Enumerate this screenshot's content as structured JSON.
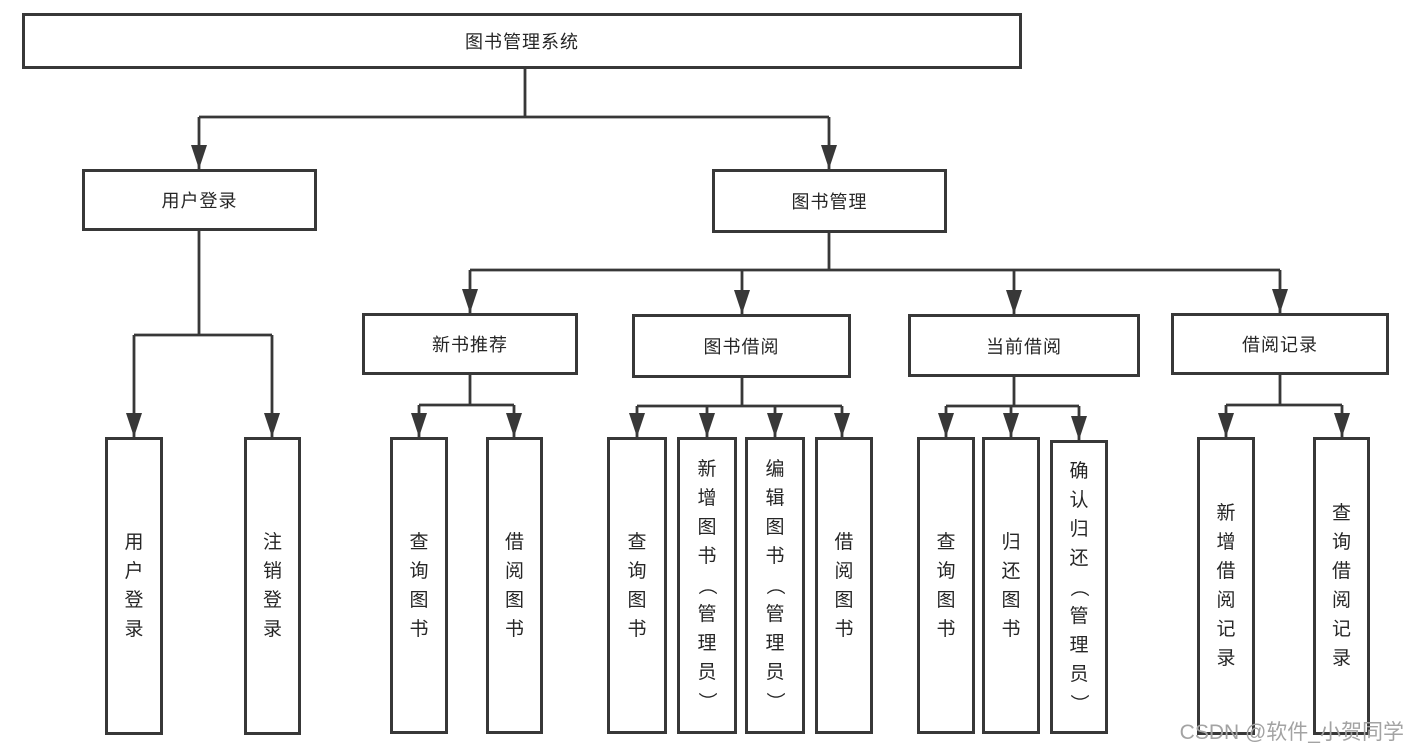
{
  "diagram_title": "图书管理系统",
  "nodes": {
    "root": {
      "label": "图书管理系统"
    },
    "login": {
      "label": "用户登录"
    },
    "mgmt": {
      "label": "图书管理"
    },
    "rec": {
      "label": "新书推荐"
    },
    "borrow": {
      "label": "图书借阅"
    },
    "current": {
      "label": "当前借阅"
    },
    "record": {
      "label": "借阅记录"
    },
    "login_user": {
      "label": "用户登录"
    },
    "login_logout": {
      "label": "注销登录"
    },
    "rec_query": {
      "label": "查询图书"
    },
    "rec_borrow": {
      "label": "借阅图书"
    },
    "borrow_query": {
      "label": "查询图书"
    },
    "borrow_add": {
      "label": "新增图书（管理员）"
    },
    "borrow_edit": {
      "label": "编辑图书（管理员）"
    },
    "borrow_borrow": {
      "label": "借阅图书"
    },
    "current_query": {
      "label": "查询图书"
    },
    "current_return": {
      "label": "归还图书"
    },
    "current_confirm": {
      "label": "确认归还（管理员）"
    },
    "record_add": {
      "label": "新增借阅记录"
    },
    "record_query": {
      "label": "查询借阅记录"
    }
  },
  "hierarchy": {
    "图书管理系统": {
      "用户登录": [
        "用户登录",
        "注销登录"
      ],
      "图书管理": {
        "新书推荐": [
          "查询图书",
          "借阅图书"
        ],
        "图书借阅": [
          "查询图书",
          "新增图书（管理员）",
          "编辑图书（管理员）",
          "借阅图书"
        ],
        "当前借阅": [
          "查询图书",
          "归还图书",
          "确认归还（管理员）"
        ],
        "借阅记录": [
          "新增借阅记录",
          "查询借阅记录"
        ]
      }
    }
  },
  "watermark": {
    "text": "CSDN @软件_小贺同学"
  },
  "colors": {
    "line": "#383838",
    "box_border": "#383838",
    "text": "#262626",
    "background": "#ffffff",
    "watermark": "#a3a3a3"
  }
}
